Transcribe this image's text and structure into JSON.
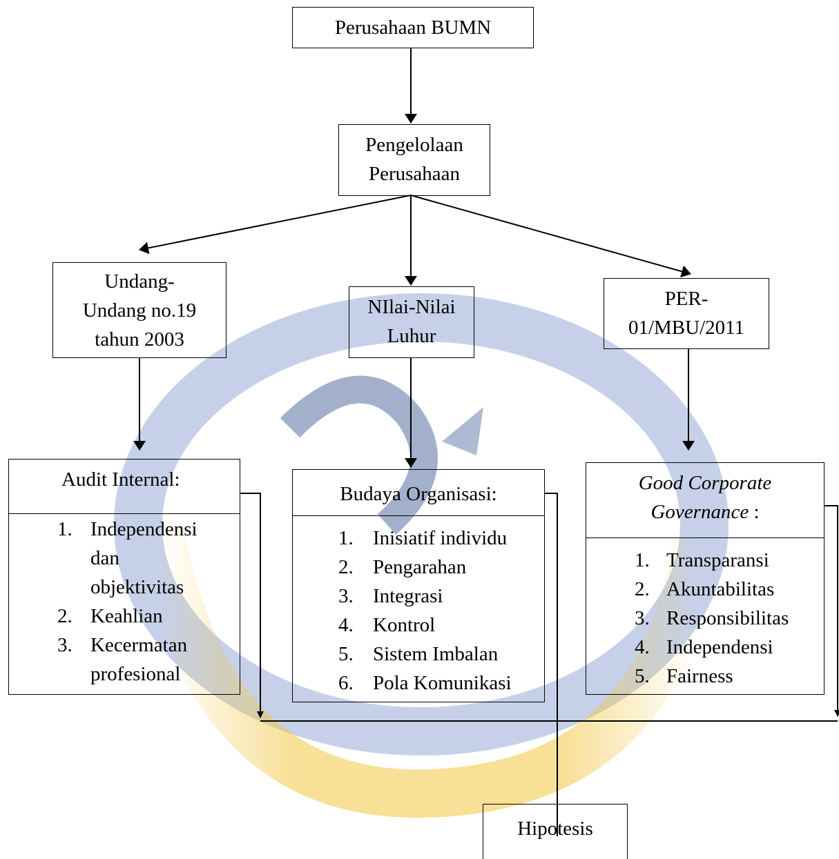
{
  "boxes": {
    "bumn": "Perusahaan BUMN",
    "pengelolaan": [
      "Pengelolaan",
      "Perusahaan"
    ],
    "undang": [
      "Undang-",
      "Undang no.19",
      "tahun 2003"
    ],
    "nilai": [
      "NIlai-Nilai",
      "Luhur"
    ],
    "per": [
      "PER-",
      "01/MBU/2011"
    ],
    "hipotesis": "Hipotesis"
  },
  "audit": {
    "title": "Audit Internal:",
    "items": [
      {
        "num": "1.",
        "lines": [
          "Independensi",
          "dan",
          "objektivitas"
        ]
      },
      {
        "num": "2.",
        "lines": [
          "Keahlian"
        ]
      },
      {
        "num": "3.",
        "lines": [
          "Kecermatan",
          "profesional"
        ]
      }
    ]
  },
  "budaya": {
    "title": "Budaya Organisasi:",
    "items": [
      {
        "num": "1.",
        "text": "Inisiatif individu"
      },
      {
        "num": "2.",
        "text": "Pengarahan"
      },
      {
        "num": "3.",
        "text": "Integrasi"
      },
      {
        "num": "4.",
        "text": "Kontrol"
      },
      {
        "num": "5.",
        "text": "Sistem Imbalan"
      },
      {
        "num": "6.",
        "text": "Pola Komunikasi"
      }
    ]
  },
  "gcg": {
    "title_italic_line1": "Good Corporate",
    "title_italic_line2": "Governance",
    "title_suffix": " :",
    "items": [
      {
        "num": "1.",
        "text": "Transparansi"
      },
      {
        "num": "2.",
        "text": "Akuntabilitas"
      },
      {
        "num": "3.",
        "text": "Responsibilitas"
      },
      {
        "num": "4.",
        "text": "Independensi"
      },
      {
        "num": "5.",
        "text": "Fairness"
      }
    ]
  },
  "colors": {
    "watermark_blue": "#5d7bbf",
    "watermark_dark_blue": "#34508f",
    "watermark_yellow": "#f2c640",
    "line": "#000000"
  }
}
